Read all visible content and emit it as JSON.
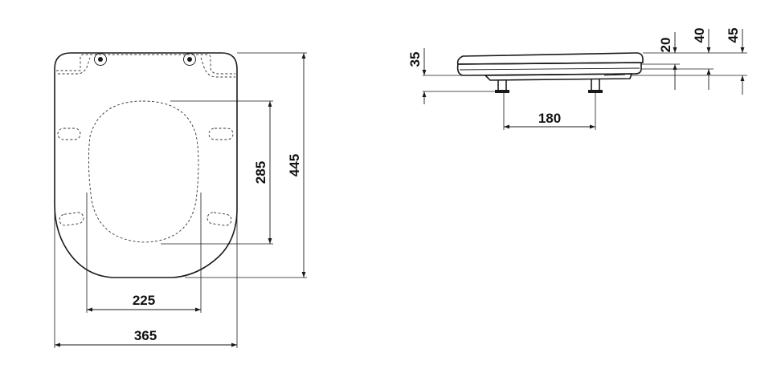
{
  "top_view": {
    "dims": {
      "overall_width": "365",
      "opening_width": "225",
      "opening_length": "285",
      "overall_length": "445"
    }
  },
  "side_view": {
    "dims": {
      "hinge_spacing": "180",
      "fixing_offset": "35",
      "lid_thickness": "20",
      "height_a": "40",
      "height_b": "45"
    }
  },
  "colors": {
    "line": "#1a1a1a",
    "background": "#ffffff"
  }
}
